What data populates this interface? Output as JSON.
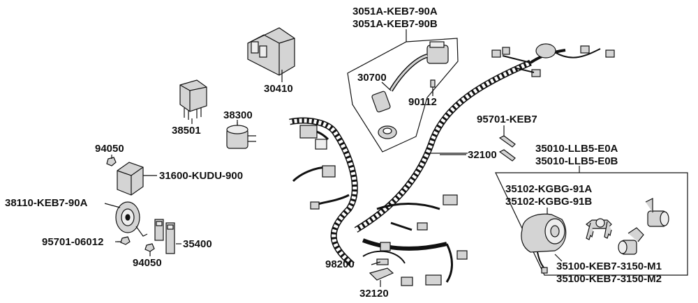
{
  "colors": {
    "ink": "#111111",
    "part_fill": "#d4d4d4",
    "part_light": "#eeeeee",
    "background": "#ffffff"
  },
  "parts": {
    "p3051a": "3051A-KEB7-90A",
    "p3051b": "3051A-KEB7-90B",
    "p30700": "30700",
    "p90112": "90112",
    "p30410": "30410",
    "p38501": "38501",
    "p38300": "38300",
    "p94050a": "94050",
    "p31600": "31600-KUDU-900",
    "p38110": "38110-KEB7-90A",
    "p95701_06012": "95701-06012",
    "p94050b": "94050",
    "p35400": "35400",
    "p95701_keb7": "95701-KEB7",
    "p32100": "32100",
    "p35010a": "35010-LLB5-E0A",
    "p35010b": "35010-LLB5-E0B",
    "p35102a": "35102-KGBG-91A",
    "p35102b": "35102-KGBG-91B",
    "p98200": "98200",
    "p32120": "32120",
    "p35100m1": "35100-KEB7-3150-M1",
    "p35100m2": "35100-KEB7-3150-M2"
  }
}
